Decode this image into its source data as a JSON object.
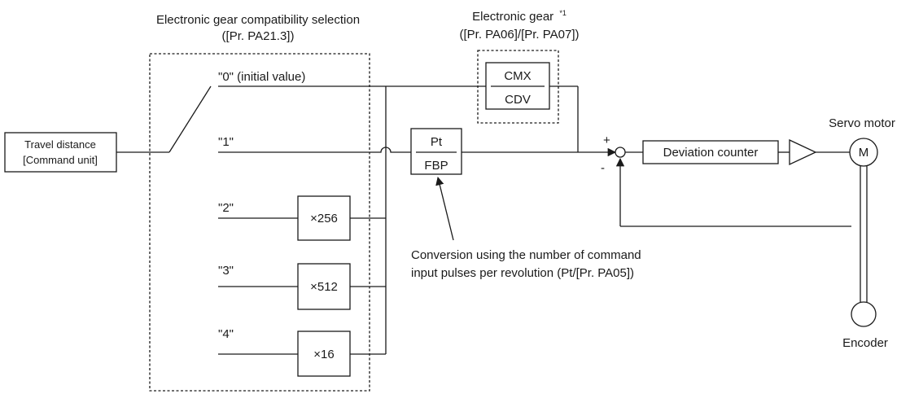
{
  "selection": {
    "title_line1": "Electronic gear compatibility selection",
    "title_line2": "([Pr. PA21.3])",
    "options": [
      "\"0\" (initial value)",
      "\"1\"",
      "\"2\"",
      "\"3\"",
      "\"4\""
    ]
  },
  "input_block": {
    "line1": "Travel distance",
    "line2": "[Command unit]"
  },
  "multipliers": [
    "×256",
    "×512",
    "×16"
  ],
  "electronic_gear": {
    "title": "Electronic gear",
    "footnote": "*1",
    "subtitle": "([Pr. PA06]/[Pr. PA07])",
    "numerator": "CMX",
    "denominator": "CDV"
  },
  "pt_block": {
    "numerator": "Pt",
    "denominator": "FBP"
  },
  "conversion_note": {
    "line1": "Conversion using the number of command",
    "line2": "input pulses per revolution (Pt/[Pr. PA05])"
  },
  "summing_junction": {
    "plus": "+",
    "minus": "-"
  },
  "deviation_counter": "Deviation counter",
  "servo_motor": {
    "label": "Servo motor",
    "symbol": "M"
  },
  "encoder": "Encoder"
}
